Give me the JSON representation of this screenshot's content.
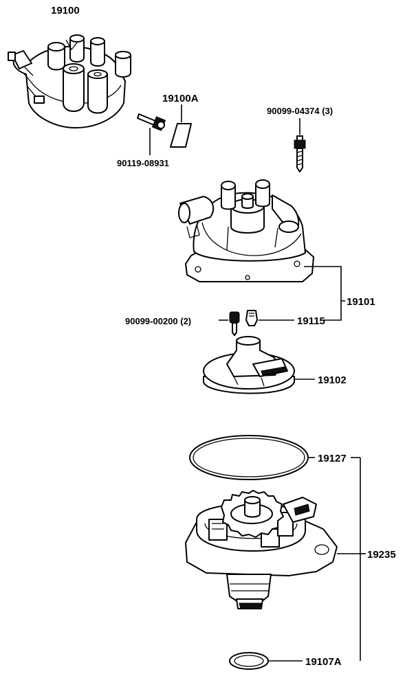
{
  "labels": {
    "p19100": "19100",
    "p19100A": "19100A",
    "p90119_08931": "90119-08931",
    "p90099_04374": "90099-04374 (3)",
    "p19101": "19101",
    "p90099_00200": "90099-00200 (2)",
    "p19115": "19115",
    "p19102": "19102",
    "p19127": "19127",
    "p19235": "19235",
    "p19107A": "19107A"
  },
  "icons": {
    "distributor_assembly": "distributor-assembly-icon",
    "label_sticker": "label-sticker-icon",
    "bolt_small": "bolt-icon",
    "bolt_long": "bolt-icon",
    "distributor_cap": "distributor-cap-icon",
    "cap_screw": "screw-icon",
    "carbon_button": "carbon-button-icon",
    "rotor": "rotor-icon",
    "gasket_ring": "o-ring-icon",
    "distributor_housing": "distributor-housing-icon",
    "o_ring_small": "o-ring-icon"
  }
}
